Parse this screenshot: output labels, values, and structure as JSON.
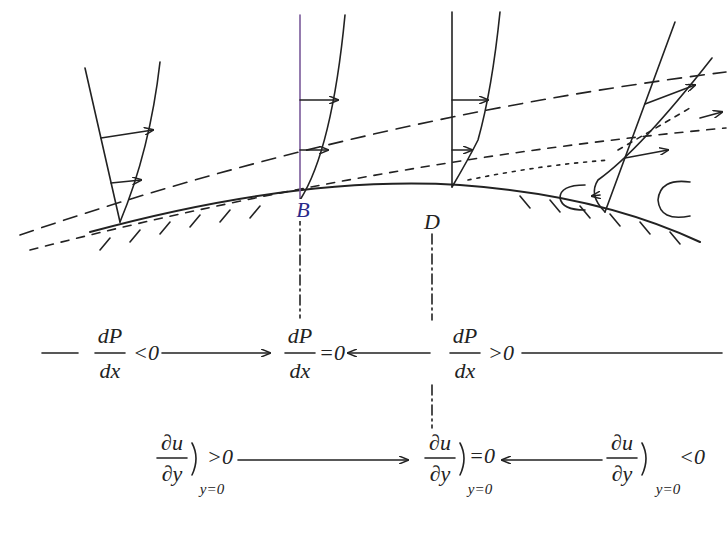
{
  "diagram": {
    "labels": [
      "B",
      "D",
      "dP",
      "dx",
      "<0",
      "dP",
      "dx",
      "=0",
      "dP",
      "dx",
      ">0",
      "∂u",
      "∂y",
      "y=0",
      ">0",
      "∂u",
      "∂y",
      "=0",
      "y=0",
      "∂u",
      "∂y",
      "y=0",
      "<0"
    ]
  }
}
